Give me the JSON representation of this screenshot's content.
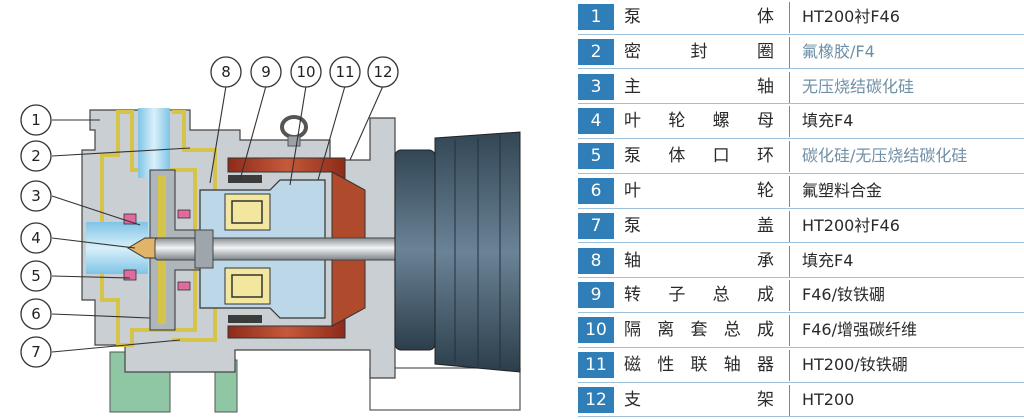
{
  "callouts": [
    "1",
    "2",
    "3",
    "4",
    "5",
    "6",
    "7",
    "8",
    "9",
    "10",
    "11",
    "12"
  ],
  "parts": [
    {
      "no": "1",
      "name": "泵体",
      "material": "HT200衬F46",
      "light": false
    },
    {
      "no": "2",
      "name": "密封圈",
      "material": "氟橡胶/F4",
      "light": true
    },
    {
      "no": "3",
      "name": "主轴",
      "material": "无压烧结碳化硅",
      "light": true
    },
    {
      "no": "4",
      "name": "叶轮螺母",
      "material": "填充F4",
      "light": false
    },
    {
      "no": "5",
      "name": "泵体口环",
      "material": "碳化硅/无压烧结碳化硅",
      "light": true
    },
    {
      "no": "6",
      "name": "叶轮",
      "material": "氟塑料合金",
      "light": false
    },
    {
      "no": "7",
      "name": "泵盖",
      "material": "HT200衬F46",
      "light": false
    },
    {
      "no": "8",
      "name": "轴承",
      "material": "填充F4",
      "light": false
    },
    {
      "no": "9",
      "name": "转子总成",
      "material": "F46/钕铁硼",
      "light": false
    },
    {
      "no": "10",
      "name": "隔离套总成",
      "material": "F46/增强碳纤维",
      "light": false
    },
    {
      "no": "11",
      "name": "磁性联轴器",
      "material": "HT200/钕铁硼",
      "light": false
    },
    {
      "no": "12",
      "name": "支架",
      "material": "HT200",
      "light": false
    }
  ],
  "colors": {
    "accent": "#2f7eb8",
    "casing": "#c9cfd3",
    "liner": "#d6c34a",
    "fluid": "#9fd3ec",
    "motor": "#b0402a",
    "motorbody": "#3e5566"
  }
}
